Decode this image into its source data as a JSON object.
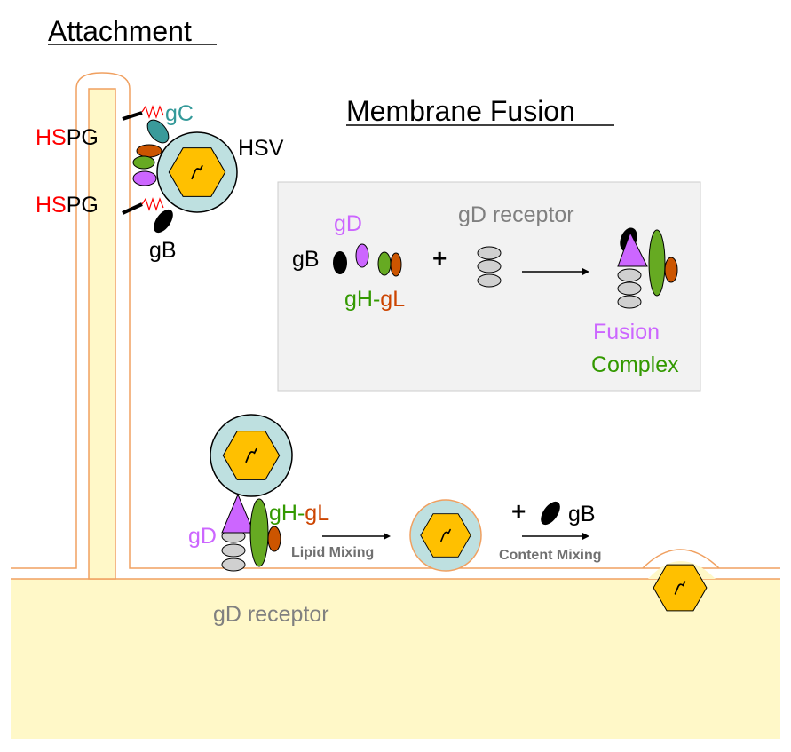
{
  "headings": {
    "attachment": "Attachment",
    "membrane_fusion": "Membrane Fusion"
  },
  "attachment": {
    "hspg_1": {
      "hs": "HS",
      "pg": "PG"
    },
    "hspg_2": {
      "hs": "HS",
      "pg": "PG"
    },
    "gc_label": "gC",
    "hsv_label": "HSV",
    "gb_label": "gB"
  },
  "fusion_box": {
    "gb_label": "gB",
    "gd_label": "gD",
    "gh_label": "gH",
    "dash": "-",
    "gl_label": "gL",
    "plus": "+",
    "receptor_label": "gD receptor",
    "fusion_label": "Fusion",
    "complex_label": "Complex"
  },
  "bottom": {
    "gd_label": "gD",
    "gh_label": "gH",
    "dash": "-",
    "gl_label": "gL",
    "lipid_mixing": "Lipid Mixing",
    "plus": "+",
    "gb_label": "gB",
    "content_mixing": "Content Mixing",
    "receptor_label": "gD receptor"
  },
  "colors": {
    "cell": "#FFF8C8",
    "membrane": "#F0A060",
    "envelope": "#BEE0E0",
    "capsid": "#FFC000",
    "gD": "#CC66FF",
    "gH": "#66AA22",
    "gL": "#CC5500",
    "gC": "#3A9A9A",
    "gB": "#000000",
    "receptor": "#D0D0D0",
    "hs_red": "#FF0000",
    "green_text": "#339900",
    "orange_text": "#CC4400",
    "gray_text": "#808080",
    "teal_text": "#339999"
  }
}
